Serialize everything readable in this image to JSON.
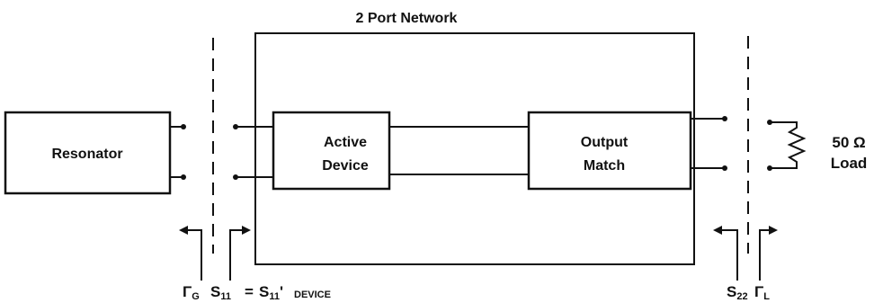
{
  "title": "2 Port Network",
  "blocks": {
    "resonator": "Resonator",
    "active_device": [
      "Active",
      "Device"
    ],
    "output_match": [
      "Output",
      "Match"
    ],
    "load": [
      "50 Ω",
      "Load"
    ]
  },
  "labels": {
    "gamma": "Γ",
    "gamma_g_sub": "G",
    "gamma_l_sub": "L",
    "s11": "S",
    "s11_sub": "11",
    "equals": "=",
    "s11_prime": "S",
    "s11_prime_sub": "11",
    "prime_mark": "'",
    "device": "DEVICE",
    "s22": "S",
    "s22_sub": "22"
  }
}
